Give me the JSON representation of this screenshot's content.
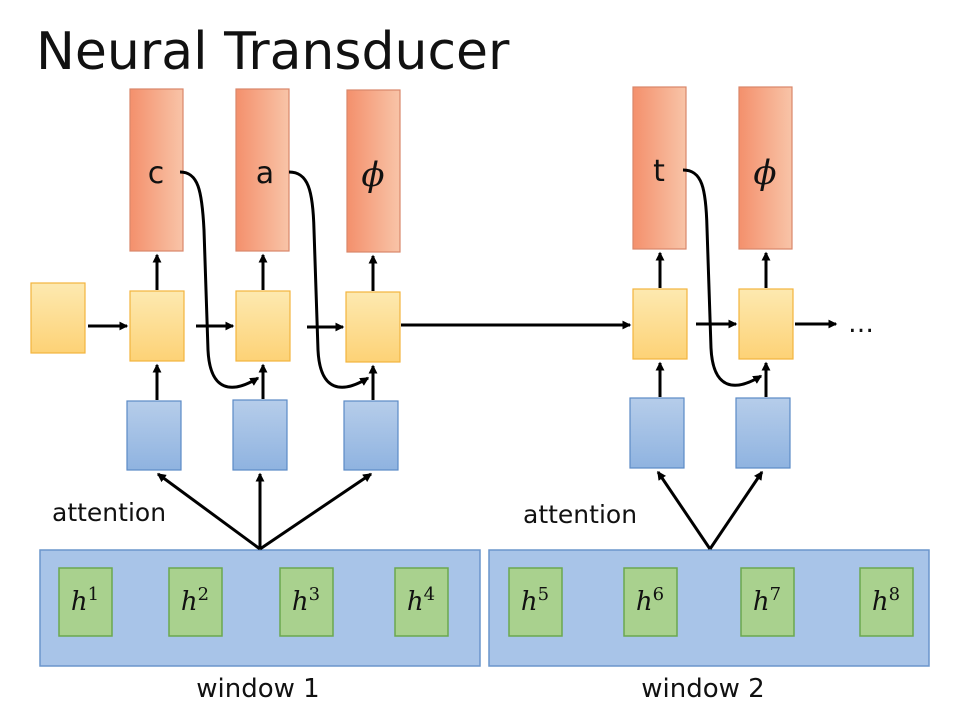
{
  "title": "Neural Transducer",
  "outputs": [
    "c",
    "a",
    "ϕ",
    "t",
    "ϕ"
  ],
  "ellipsis": "…",
  "attention_labels": [
    "attention",
    "attention"
  ],
  "encoder_states": [
    {
      "base": "h",
      "sup": "1"
    },
    {
      "base": "h",
      "sup": "2"
    },
    {
      "base": "h",
      "sup": "3"
    },
    {
      "base": "h",
      "sup": "4"
    },
    {
      "base": "h",
      "sup": "5"
    },
    {
      "base": "h",
      "sup": "6"
    },
    {
      "base": "h",
      "sup": "7"
    },
    {
      "base": "h",
      "sup": "8"
    }
  ],
  "window_labels": [
    "window 1",
    "window 2"
  ],
  "colors": {
    "output_gradient": [
      "#f4906c",
      "#f8c4a8"
    ],
    "output_border": "#d9876a",
    "decoder_fill": [
      "#fde9b0",
      "#fdd276"
    ],
    "decoder_border": "#f2b43e",
    "context_fill": [
      "#b6cdea",
      "#8fb3e0"
    ],
    "context_border": "#5b8ac6",
    "window_fill": "#a8c4e8",
    "window_border": "#6a95cc",
    "encoder_fill": "#a9d18e",
    "encoder_border": "#6aa84f"
  }
}
